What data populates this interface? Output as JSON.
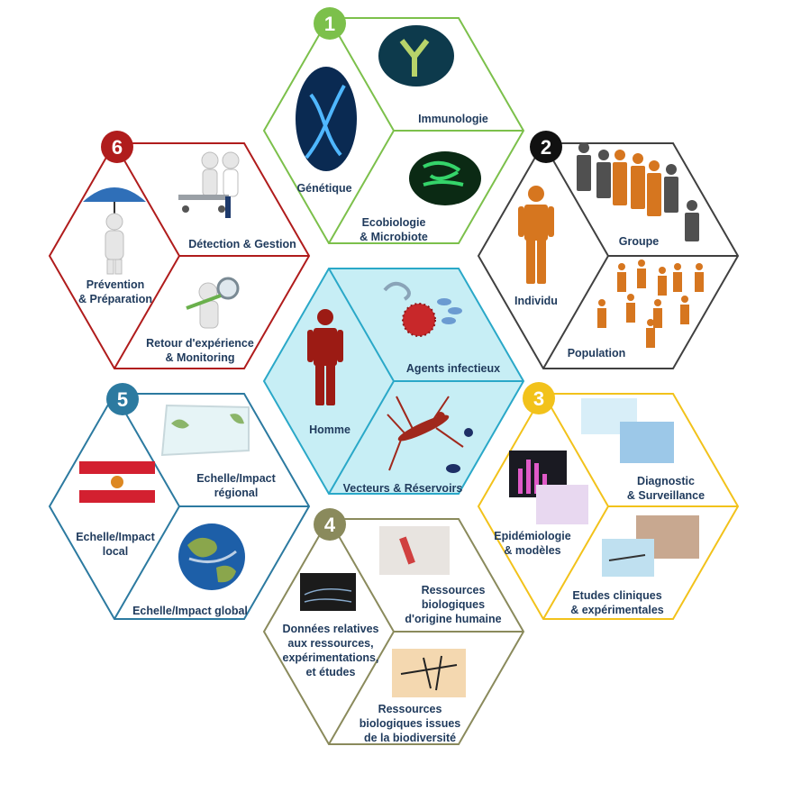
{
  "center": {
    "number": "",
    "color": "#2aa8c8",
    "labels": {
      "homme": "Homme",
      "agents": "Agents infectieux",
      "vecteurs": "Vecteurs & Réservoirs"
    }
  },
  "hexagons": [
    {
      "id": "1",
      "number": "1",
      "color": "#7cc04b",
      "labels": {
        "genetique": "Génétique",
        "immunologie": "Immunologie",
        "ecobiologie": [
          "Ecobiologie",
          "& Microbiote"
        ]
      }
    },
    {
      "id": "2",
      "number": "2",
      "color": "#404040",
      "labels": {
        "individu": "Individu",
        "groupe": "Groupe",
        "population": "Population"
      }
    },
    {
      "id": "3",
      "number": "3",
      "color": "#f2c21b",
      "labels": {
        "epidemiologie": [
          "Epidémiologie",
          "& modèles"
        ],
        "diagnostic": [
          "Diagnostic",
          "& Surveillance"
        ],
        "etudes": [
          "Etudes cliniques",
          "& expérimentales"
        ]
      }
    },
    {
      "id": "4",
      "number": "4",
      "color": "#8a8a5c",
      "labels": {
        "donnees": [
          "Données relatives",
          "aux ressources,",
          "expérimentations,",
          "et études"
        ],
        "humaine": [
          "Ressources",
          "biologiques",
          "d'origine humaine"
        ],
        "biodiversite": [
          "Ressources",
          "biologiques issues",
          "de la biodiversité"
        ]
      }
    },
    {
      "id": "5",
      "number": "5",
      "color": "#2c7aa0",
      "labels": {
        "local": [
          "Echelle/Impact",
          "local"
        ],
        "regional": [
          "Echelle/Impact",
          "régional"
        ],
        "global": "Echelle/Impact global"
      }
    },
    {
      "id": "6",
      "number": "6",
      "color": "#b01c1c",
      "labels": {
        "prevention": [
          "Prévention",
          "& Préparation"
        ],
        "detection": "Détection & Gestion",
        "retour": [
          "Retour d'expérience",
          "& Monitoring"
        ]
      }
    }
  ],
  "icons": [
    "dna-icon",
    "antibody-icon",
    "bacteria-icon",
    "person-icon",
    "crowd-icon",
    "virus-icon",
    "mosquito-icon",
    "globe-icon",
    "flag-icon",
    "magnifier-icon",
    "umbrella-icon",
    "stretcher-icon"
  ]
}
